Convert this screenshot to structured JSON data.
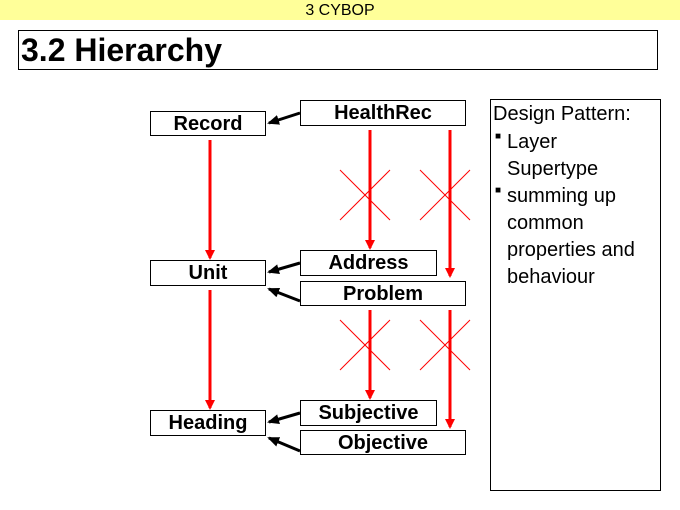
{
  "header": {
    "title": "3 CYBOP"
  },
  "slide": {
    "title": "3.2 Hierarchy"
  },
  "diagram": {
    "boxes": {
      "record": "Record",
      "healthrec": "HealthRec",
      "unit": "Unit",
      "address": "Address",
      "problem": "Problem",
      "heading": "Heading",
      "subjective": "Subjective",
      "objective": "Objective"
    },
    "colors": {
      "arrow_red": "#ff0000",
      "cross_red": "#ff0000",
      "line": "#000000"
    }
  },
  "sidebar": {
    "title": "Design Pattern:",
    "bullets": [
      {
        "lines": [
          "Layer",
          "Supertype"
        ]
      },
      {
        "lines": [
          "summing up",
          "common",
          "properties and",
          "behaviour"
        ]
      }
    ]
  }
}
